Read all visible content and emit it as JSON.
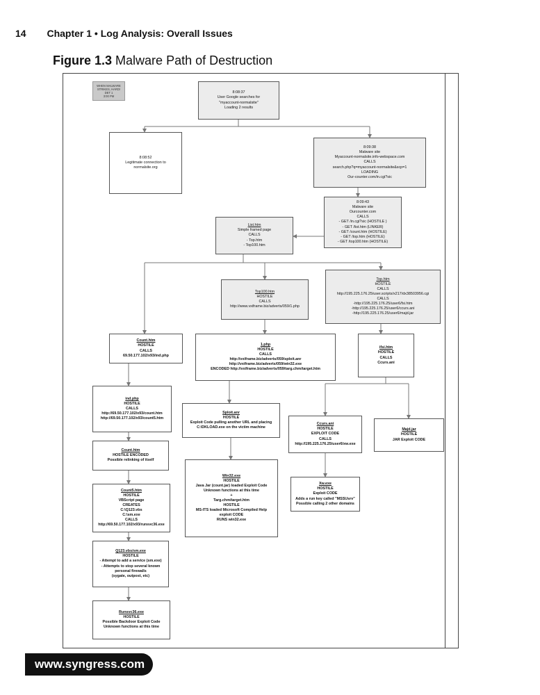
{
  "page": {
    "number": "14",
    "chapter": "Chapter 1 • Log Analysis: Overall Issues",
    "figure_label": "Figure 1.3",
    "figure_title": "Malware Path of Destruction",
    "footer_url": "www.syngress.com"
  },
  "nodes": [
    {
      "id": "badge",
      "lines": [
        "WHEN MALWARE",
        "STRIKES, HARD!",
        "DET 1",
        "3:00 PM"
      ]
    },
    {
      "id": "n0",
      "lines": [
        "8:08:37",
        "User Google searches for",
        "\"myaccount-normalsite\"",
        "Loading 2 results"
      ]
    },
    {
      "id": "n1",
      "lines": [
        "8:08:52",
        "Legitimate connection to",
        "normalsite.org"
      ]
    },
    {
      "id": "n2",
      "lines": [
        "8:09:38",
        "Malware site",
        "Myaccount-normalsite.info-webspace.com",
        "CALLS",
        "search.php?q=myaccount-normalsite&scp=1",
        "LOADING",
        "Our-counter.com/in.cgi?sic"
      ]
    },
    {
      "id": "n3",
      "lines": [
        "8:09:43",
        "Malware site",
        "Ourcounter.com",
        "CALLS",
        "- GET /in.cgi?sic (HOSTILE )",
        "- GET /list.htm (LINKER)",
        "- GET /count.htm (HOSTILE)",
        "- GET /top.htm (HOSTILE)",
        "- GET /top100.htm (HOSTILE)"
      ]
    },
    {
      "id": "n4",
      "lines": [
        "List.htm",
        "Simple framed page",
        "CALLS",
        "- Top.htm",
        "- Top100.htm"
      ]
    },
    {
      "id": "n5",
      "lines": [
        "Top100.htm",
        "HOSTILE",
        "CALLS",
        "http://www.vxiframe.biz/adverts/059/1.php"
      ]
    },
    {
      "id": "n6",
      "lines": [
        "Top.htm",
        "HOSTILE",
        "CALLS",
        "http://195.225.176.25/user.scripts/x217/dx38503956.cgi",
        "CALLS",
        "-http://195.225.176.25/user6/fsi.htm",
        "-http://195.225.176.25/user6/ccurs.ani",
        "-http://195.225.176.25/user6/majd.jar"
      ]
    },
    {
      "id": "n7",
      "lines": [
        "Count.htm",
        "HOSTILE",
        "CALLS",
        "69.50.177.102/x93/ind.php"
      ]
    },
    {
      "id": "n8",
      "lines": [
        "1.php",
        "HOSTILE",
        "CALLS",
        "http://vxiframe.biz/adverts/059/sploit.anr",
        "http://vxiframe.biz/adverts/059/win32.exe",
        "ENCODED http://vxiframe.biz/adverts/059/targ.chm/target.htm"
      ]
    },
    {
      "id": "n9",
      "lines": [
        "ifsi.htm",
        "HOSTILE",
        "CALLS",
        "Ccurs.ani"
      ]
    },
    {
      "id": "n10",
      "lines": [
        "ind.php",
        "HOSTILE",
        "CALLS",
        "http://69.50.177.102/x93/count.htm",
        "http://69.50.177.102/x93/count5.htm"
      ]
    },
    {
      "id": "n11",
      "lines": [
        "Sploit.anr",
        "HOSTILE",
        "Exploit Code pulling another URL and placing",
        "C:\\DKLOAD.exe on the victim machine"
      ]
    },
    {
      "id": "n12",
      "lines": [
        "Ccurs.ani",
        "HOSTILE",
        "EXPLOIT CODE",
        "CALLS",
        "http://195.225.176.25/user6/xw.exe"
      ]
    },
    {
      "id": "n13",
      "lines": [
        "Majd.jar",
        "HOSTILE",
        "JAR Exploit CODE"
      ]
    },
    {
      "id": "n14",
      "lines": [
        "Count.htm",
        "HOSTILE ENCODED",
        "Possible relinking of itself"
      ]
    },
    {
      "id": "n15",
      "lines": [
        "Win32.exe",
        "HOSTILE",
        "Java Jar (count.jar) loaded Exploit Code",
        "Unknown functions at this time",
        "+",
        "Targ.chm/target.htm",
        "HOSTILE",
        "MS-ITS loaded Microsoft Compiled Help",
        "exploit CODE",
        "RUNS win32.exe"
      ]
    },
    {
      "id": "n16",
      "lines": [
        "Xw.exe",
        "HOSTILE",
        "Exploit CODE",
        "Adds a run key called \"MSSUsrv\"",
        "Possible calling 2 other domains"
      ]
    },
    {
      "id": "n17",
      "lines": [
        "Count5.htm",
        "HOSTILE",
        "VBScript page",
        "CREATES",
        "C:\\Q123.vbs",
        "C:\\sm.exe",
        "CALLS",
        "http://69.50.177.102/x93/runsvc36.exe"
      ]
    },
    {
      "id": "n18",
      "lines": [
        "Q123.vbs/sm.exe",
        "HOSTILE",
        "- Attempt to add a service (sm.exe)",
        "- Attempts to stop several known",
        "personal firewalls",
        "(sygate, outpost, etc)"
      ]
    },
    {
      "id": "n19",
      "lines": [
        "Runsvc36.exe",
        "HOSTILE",
        "Possible Backdoor Exploit Code",
        "Unknown functions at this time"
      ]
    }
  ]
}
